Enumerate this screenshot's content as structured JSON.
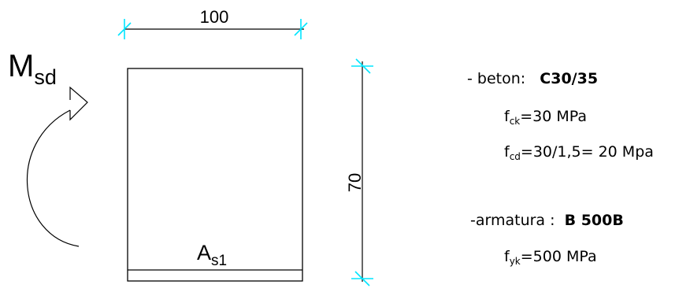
{
  "dimensions": {
    "width_label": "100",
    "height_label": "70"
  },
  "moment": {
    "symbol": "M",
    "subscript": "sd"
  },
  "reinforcement": {
    "symbol": "A",
    "subscript": "s1"
  },
  "concrete": {
    "label": "- beton:",
    "grade": "C30/35",
    "fck": {
      "symbol": "f",
      "subscript": "ck",
      "text": "=30 MPa"
    },
    "fcd": {
      "symbol": "f",
      "subscript": "cd",
      "text": "=30/1,5= 20 Mpa"
    }
  },
  "steel": {
    "label": "-armatura :",
    "grade": "B 500B",
    "fyk": {
      "symbol": "f",
      "subscript": "yk",
      "text": "=500 MPa"
    }
  },
  "colors": {
    "dimension_ticks": "#00e5ff",
    "lines": "#000000"
  }
}
